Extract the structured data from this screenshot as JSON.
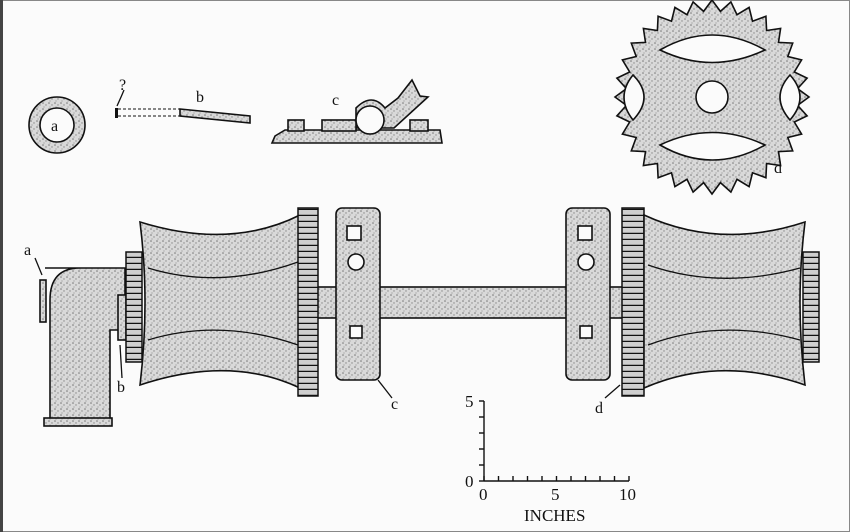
{
  "figure": {
    "detail_labels": {
      "a": "a",
      "pin_mark": "?",
      "b": "b",
      "c": "c",
      "d": "d"
    },
    "assembly_labels": {
      "a": "a",
      "b": "b",
      "c": "c",
      "d": "d"
    },
    "scale": {
      "unit_label": "INCHES",
      "x_ticks": [
        "0",
        "5",
        "10"
      ],
      "y_ticks": [
        "0",
        "5"
      ],
      "x_range": [
        0,
        10
      ],
      "y_range": [
        0,
        5
      ]
    }
  }
}
